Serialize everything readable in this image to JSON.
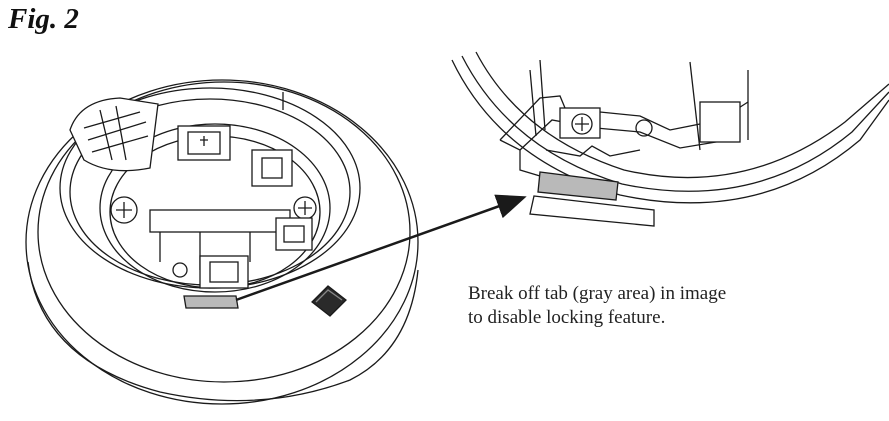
{
  "figure": {
    "label": "Fig. 2",
    "callout_text": "Break off tab (gray area) in image to disable locking feature."
  },
  "colors": {
    "line": "#1a1a1a",
    "tab_fill": "#b9b9b9",
    "background": "#ffffff"
  },
  "icons": [
    "detector-base-drawing",
    "tab-closeup-drawing",
    "pointer-arrow"
  ]
}
